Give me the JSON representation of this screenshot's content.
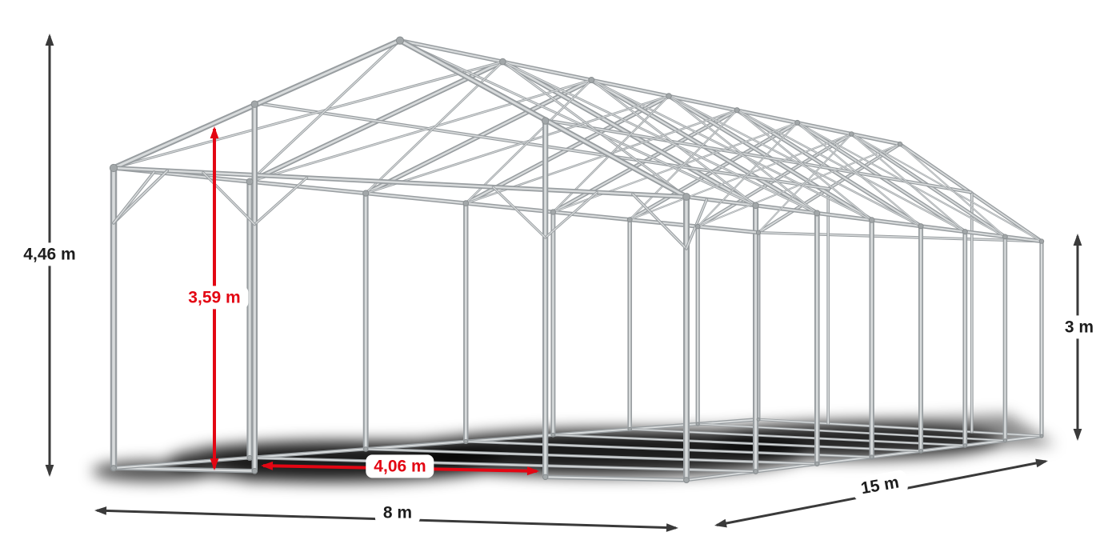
{
  "diagram": {
    "title": "Tent steel frame perspective diagram with dimensions",
    "colors": {
      "accent_red": "#e30613",
      "dim_black": "#3a3a3a",
      "tube_dark": "#999ea1",
      "tube_light": "#d8dbdc",
      "joint_fill": "#a2a7a9",
      "joint_stroke": "#8a8f91",
      "shadow": "#000000",
      "background": "#ffffff"
    },
    "dimensions": {
      "total_height": {
        "label": "4,46 m",
        "color": "black"
      },
      "inner_height": {
        "label": "3,59 m",
        "color": "red"
      },
      "width": {
        "label": "8 m",
        "color": "black"
      },
      "length": {
        "label": "15 m",
        "color": "black"
      },
      "side_height": {
        "label": "3 m",
        "color": "black"
      },
      "entrance_width": {
        "label": "4,06 m",
        "color": "red"
      }
    },
    "structure": {
      "width_m": 8,
      "length_m": 15,
      "eave_height_m": 3,
      "ridge_height_m": 4.46,
      "entrance_width_m": 4.06,
      "bays": 7
    }
  }
}
